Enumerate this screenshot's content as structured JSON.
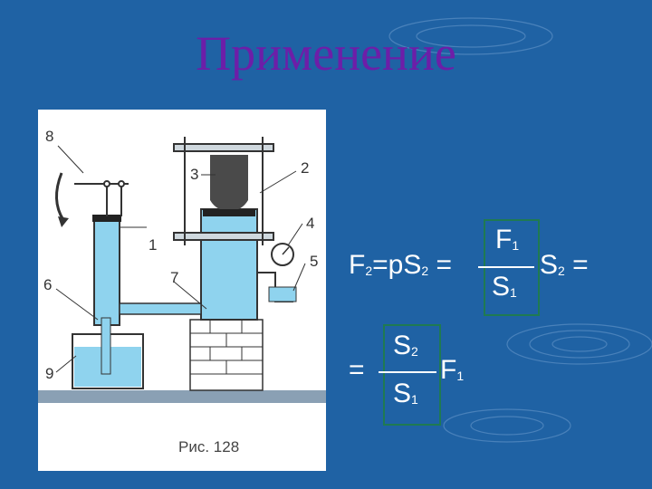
{
  "title": "Применение",
  "figure": {
    "caption": "Рис. 128",
    "labels": {
      "l1": "1",
      "l2": "2",
      "l3": "3",
      "l4": "4",
      "l5": "5",
      "l6": "6",
      "l7": "7",
      "l8": "8",
      "l9": "9"
    }
  },
  "formula": {
    "line1_F": "F",
    "line1_sub2": "2",
    "line1_mid": "=pS",
    "line1_sub2b": "2",
    "line1_eq": "=",
    "frac1_num": "F",
    "frac1_num_sub": "1",
    "frac1_den": "S",
    "frac1_den_sub": "1",
    "line1_tail": "S",
    "line1_tail_sub": "2",
    "line1_tail_eq": "=",
    "line2_eq": "=",
    "frac2_num": "S",
    "frac2_num_sub": "2",
    "frac2_den": "S",
    "frac2_den_sub": "1",
    "line2_F": "F",
    "line2_F_sub": "1"
  },
  "colors": {
    "background": "#1f62a4",
    "title": "#6d1ea8",
    "box": "#1f7a52",
    "water": "#8fd3ee"
  }
}
